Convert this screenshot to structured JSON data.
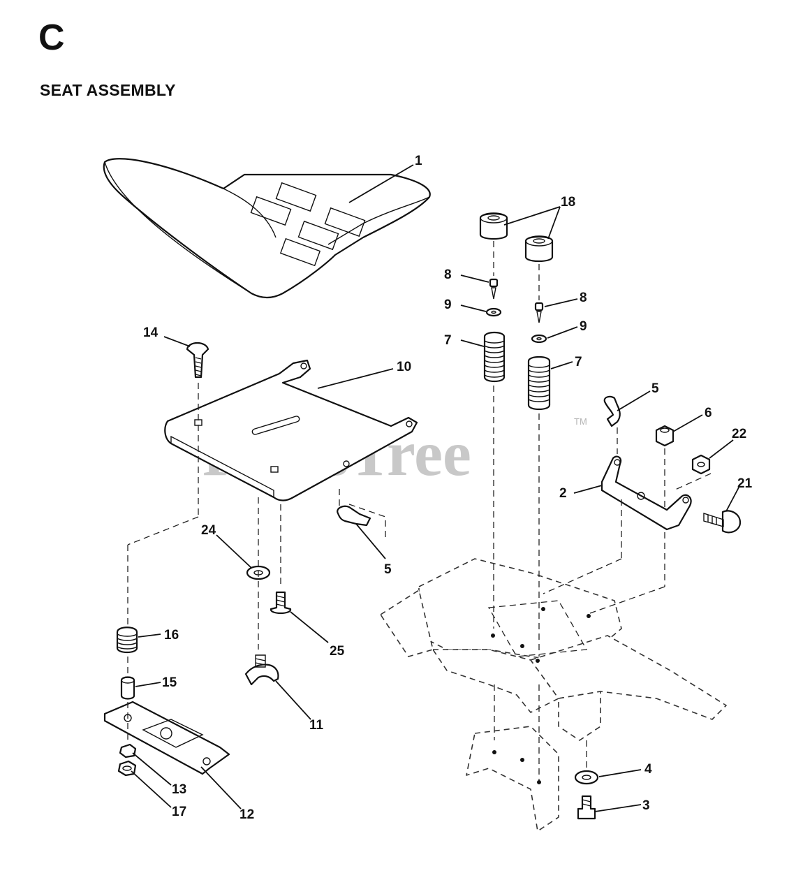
{
  "header": {
    "section_letter": "C",
    "title": "SEAT ASSEMBLY"
  },
  "watermark": {
    "text": "PartsTree",
    "trademark": "TM"
  },
  "callouts": {
    "c1": "1",
    "c18": "18",
    "c8a": "8",
    "c9a": "9",
    "c7a": "7",
    "c8b": "8",
    "c9b": "9",
    "c7b": "7",
    "c14": "14",
    "c10": "10",
    "c5a": "5",
    "c6": "6",
    "c22": "22",
    "c2": "2",
    "c21": "21",
    "c5b": "5",
    "c24": "24",
    "c25": "25",
    "c16": "16",
    "c15": "15",
    "c11": "11",
    "c13": "13",
    "c17": "17",
    "c12": "12",
    "c4": "4",
    "c3": "3"
  }
}
